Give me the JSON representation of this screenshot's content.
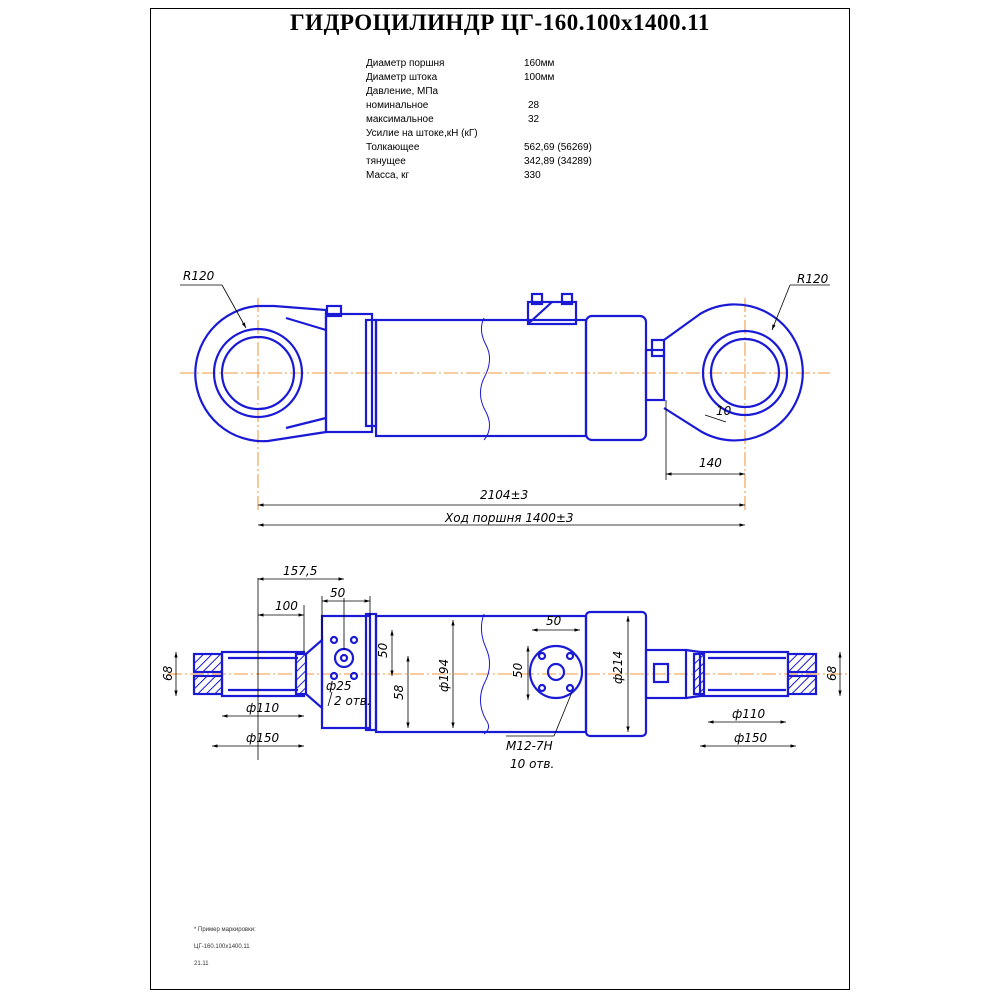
{
  "title": "ГИДРОЦИЛИНДР  ЦГ-160.100х1400.11",
  "specs": [
    {
      "label": "Диаметр поршня",
      "value": "160мм"
    },
    {
      "label": "Диаметр штока",
      "value": "100мм"
    },
    {
      "label": "Давление, МПа",
      "value": ""
    },
    {
      "label": "номинальное",
      "value": "28"
    },
    {
      "label": "максимальное",
      "value": "32"
    },
    {
      "label": "Усилие на штоке,кН (кГ)",
      "value": ""
    },
    {
      "label": "Толкающее",
      "value": "562,69  (56269)"
    },
    {
      "label": "тянущее",
      "value": "342,89  (34289)"
    },
    {
      "label": "Масса,  кг",
      "value": "330"
    }
  ],
  "dimensions": {
    "r_left": "R120",
    "r_right": "R120",
    "ten": "10",
    "one_forty": "140",
    "overall": "2104±3",
    "stroke": "Ход поршня 1400±3",
    "d157": "157,5",
    "d100": "100",
    "d50_top": "50",
    "d50_vert": "50",
    "d58": "58",
    "d25": "ф25",
    "holes2": "2 отв.",
    "d194": "ф194",
    "d50_mid_h": "50",
    "d50_mid_v": "50",
    "d214": "ф214",
    "thread": "M12-7H",
    "holes10": "10 отв.",
    "d68_left": "68",
    "d68_right": "68",
    "d110_left": "ф110",
    "d150_left": "ф150",
    "d110_right": "ф110",
    "d150_right": "ф150"
  },
  "footnotes": [
    "* Пример маркировки:",
    "ЦГ-160.100х1400.11",
    "21.11"
  ],
  "colors": {
    "outline": "#1a1ad6",
    "dimension": "#000000",
    "axis": "#f07800"
  }
}
